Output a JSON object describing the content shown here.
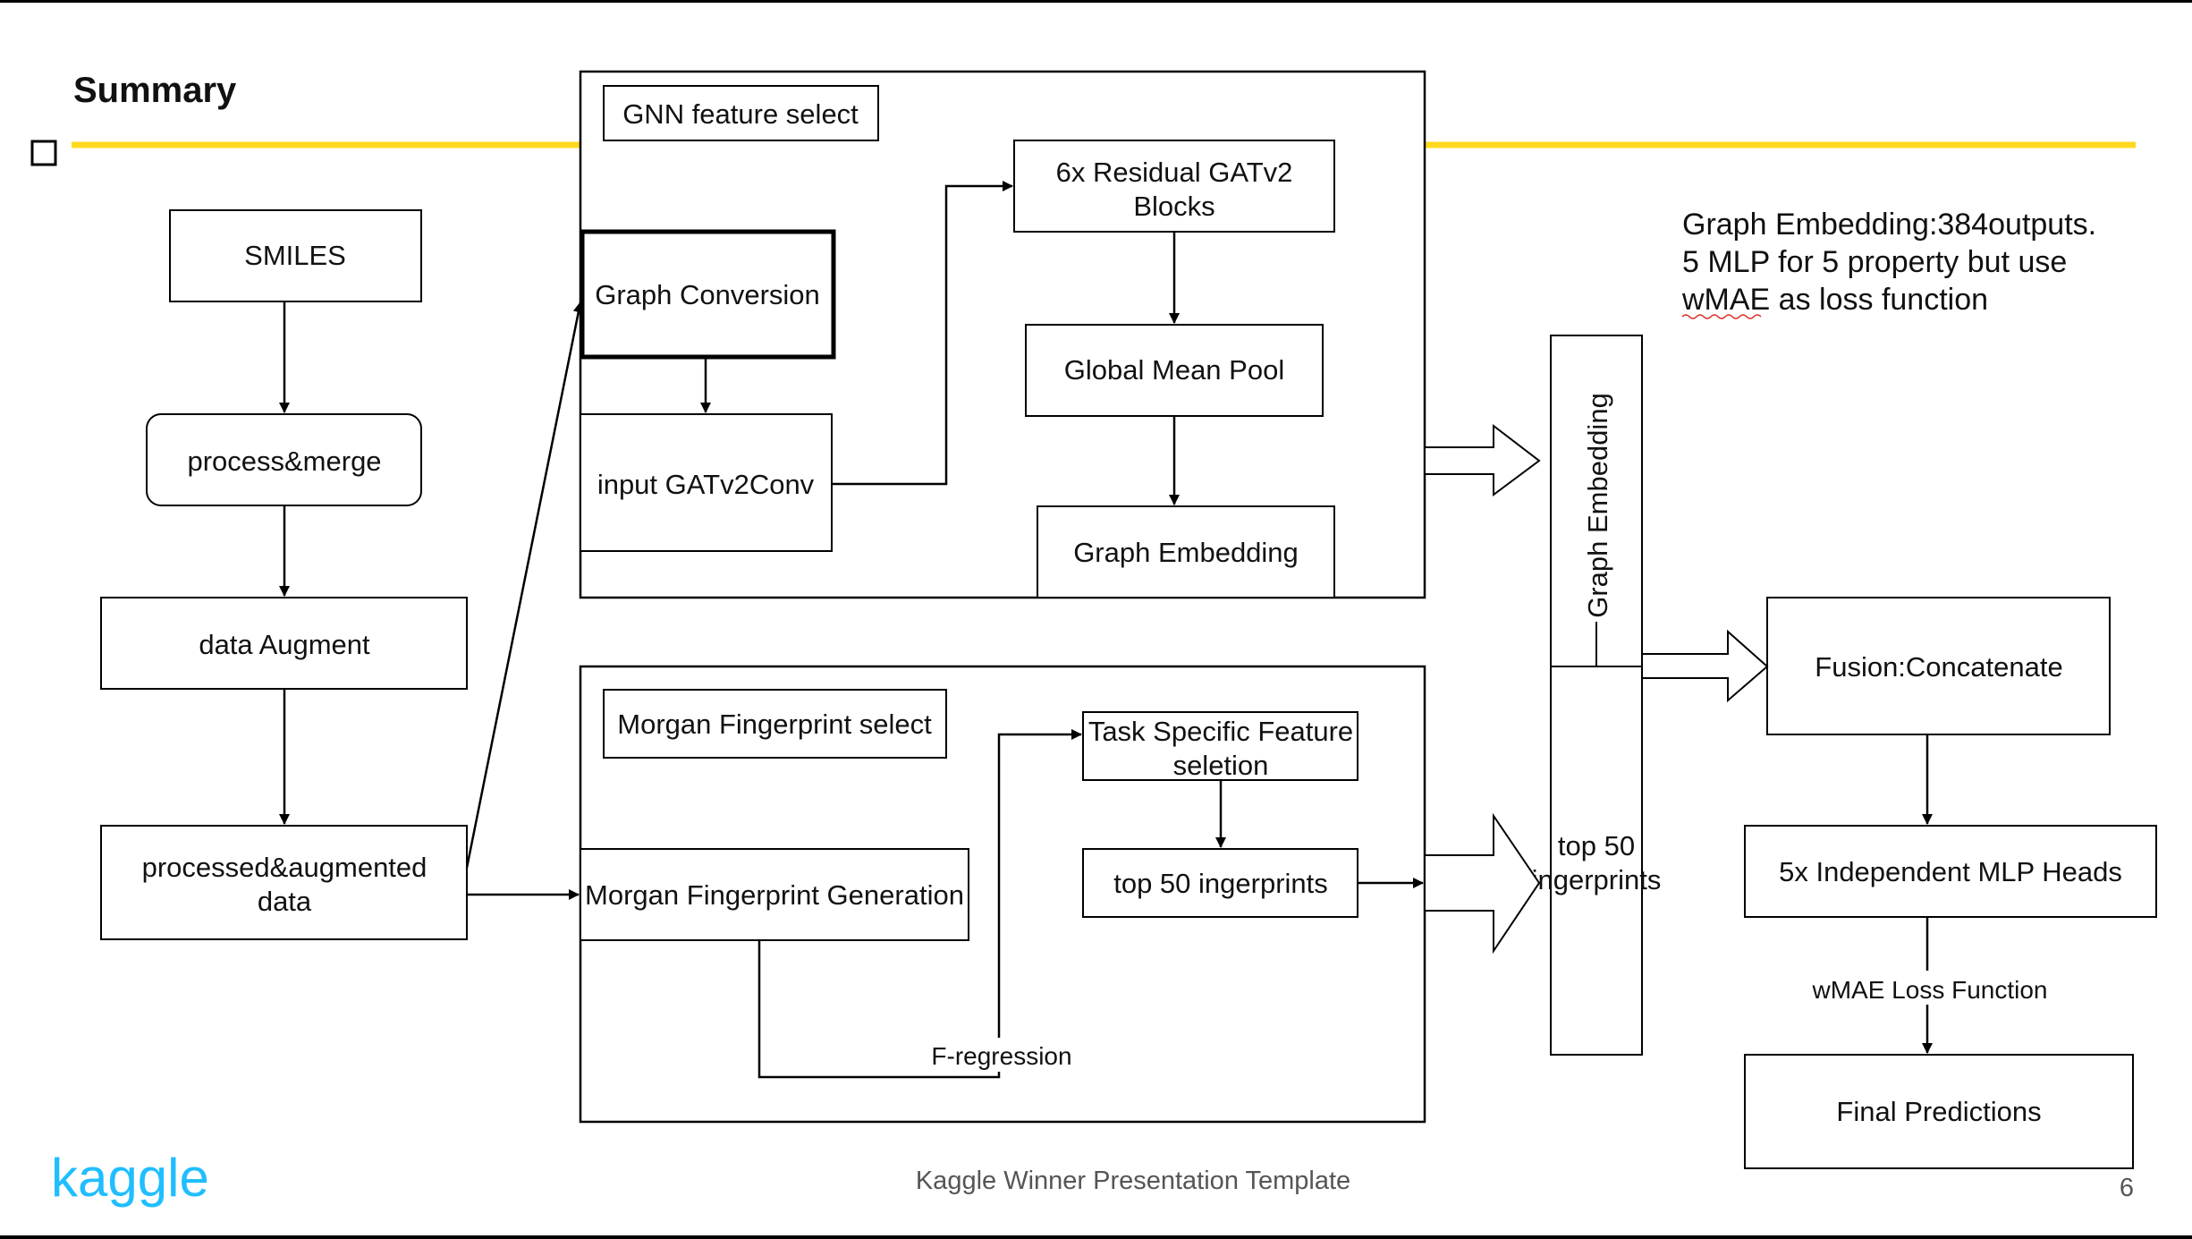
{
  "slide": {
    "title": "Summary",
    "accent_color": "#FFD91F",
    "footer_text": "Kaggle Winner Presentation Template",
    "page_number": "6",
    "logo_text": "kaggle",
    "logo_color": "#20BEFF"
  },
  "diagram": {
    "panels": {
      "gnn": {
        "label": "GNN feature select"
      },
      "morgan": {
        "label": "Morgan Fingerprint select"
      }
    },
    "nodes": {
      "smiles": [
        "SMILES"
      ],
      "process_merge": [
        "process&merge"
      ],
      "data_augment": [
        "data Augment"
      ],
      "processed_augmented": [
        "processed&augmented",
        "data"
      ],
      "graph_conversion": [
        "Graph Conversion"
      ],
      "input_gatv2conv": [
        "input GATv2Conv"
      ],
      "residual_blocks": [
        "6x Residual GATv2",
        "Blocks"
      ],
      "global_mean_pool": [
        "Global Mean Pool"
      ],
      "graph_embedding": [
        "Graph Embedding"
      ],
      "morgan_generation": [
        "Morgan Fingerprint Generation"
      ],
      "task_specific": [
        "Task Specific Feature",
        "seletion"
      ],
      "top50": [
        "top 50 ingerprints"
      ],
      "fusion_top50": [
        "top 50",
        "ingerprints"
      ],
      "fusion_graph_embedding": [
        "Graph Embedding"
      ],
      "fusion_concatenate": [
        "Fusion:Concatenate"
      ],
      "mlp_heads": [
        "5x Independent MLP Heads"
      ],
      "final_predictions": [
        "Final Predictions"
      ]
    },
    "edge_labels": {
      "f_regression": "F-regression",
      "wmae_loss": "wMAE Loss Function"
    },
    "note": [
      "Graph Embedding:384outputs.",
      "5 MLP for 5 property but use",
      "wMAE as loss function"
    ]
  }
}
